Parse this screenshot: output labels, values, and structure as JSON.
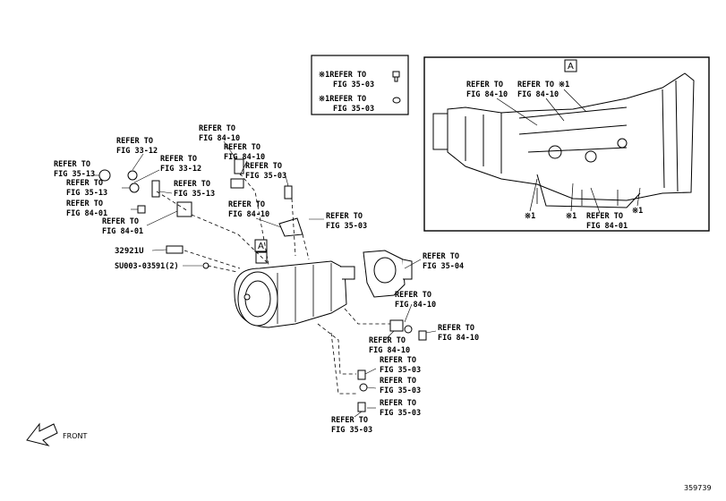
{
  "diagram_id": "359739",
  "front_label": "FRONT",
  "marker_a": "A",
  "legend": {
    "row1_line1": "※1REFER TO",
    "row1_line2": "FIG 35-03",
    "row2_line1": "※1REFER TO",
    "row2_line2": "FIG 35-03"
  },
  "inset": {
    "l1": "REFER TO",
    "l1b": "FIG 84-10",
    "l2": "REFER TO",
    "l2b": "FIG 84-10",
    "mark_top": "※1",
    "mark_bl": "※1",
    "mark_bm": "※1",
    "mark_br": "※1",
    "l3": "REFER TO",
    "l3b": "FIG 84-01"
  },
  "callouts": [
    {
      "id": "c1",
      "line1": "REFER TO",
      "line2": "FIG 84-10"
    },
    {
      "id": "c2",
      "line1": "REFER TO",
      "line2": "FIG 84-10"
    },
    {
      "id": "c3",
      "line1": "REFER TO",
      "line2": "FIG 33-12"
    },
    {
      "id": "c4",
      "line1": "REFER TO",
      "line2": "FIG 33-12"
    },
    {
      "id": "c5",
      "line1": "REFER TO",
      "line2": "FIG 35-03"
    },
    {
      "id": "c6",
      "line1": "REFER TO",
      "line2": "FIG 35-13"
    },
    {
      "id": "c7",
      "line1": "REFER TO",
      "line2": "FIG 35-13"
    },
    {
      "id": "c8",
      "line1": "REFER TO",
      "line2": "FIG 35-13"
    },
    {
      "id": "c9",
      "line1": "REFER TO",
      "line2": "FIG 84-01"
    },
    {
      "id": "c10",
      "line1": "REFER TO",
      "line2": "FIG 84-01"
    },
    {
      "id": "c11",
      "line1": "REFER TO",
      "line2": "FIG 84-10"
    },
    {
      "id": "c12",
      "line1": "REFER TO",
      "line2": "FIG 35-03"
    },
    {
      "id": "c13",
      "line1": "REFER TO",
      "line2": "FIG 35-04"
    },
    {
      "id": "c14",
      "line1": "REFER TO",
      "line2": "FIG 84-10"
    },
    {
      "id": "c15",
      "line1": "REFER TO",
      "line2": "FIG 84-10"
    },
    {
      "id": "c16",
      "line1": "REFER TO",
      "line2": "FIG 84-10"
    },
    {
      "id": "c17",
      "line1": "REFER TO",
      "line2": "FIG 35-03"
    },
    {
      "id": "c18",
      "line1": "REFER TO",
      "line2": "FIG 35-03"
    },
    {
      "id": "c19",
      "line1": "REFER TO",
      "line2": "FIG 35-03"
    },
    {
      "id": "c20",
      "line1": "REFER TO",
      "line2": "FIG 35-03"
    }
  ],
  "part_numbers": {
    "p1": "32921U",
    "p2": "SU003-03591(2)"
  }
}
